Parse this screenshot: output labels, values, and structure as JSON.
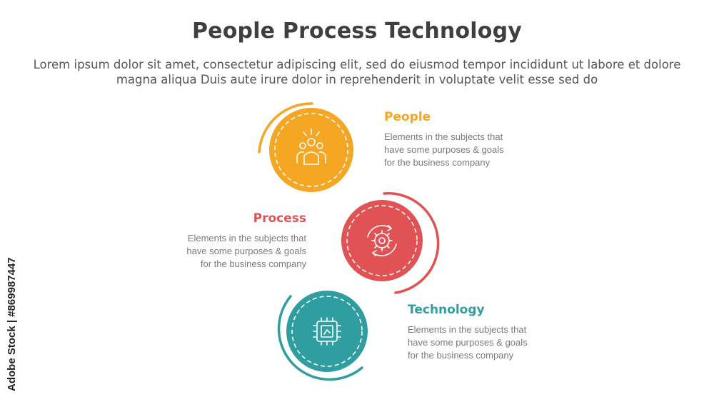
{
  "header": {
    "title": "People Process Technology",
    "subtitle": "Lorem ipsum dolor sit amet, consectetur adipiscing elit, sed do eiusmod tempor incididunt ut labore et dolore magna aliqua Duis aute irure dolor in reprehenderit in voluptate velit esse sed do"
  },
  "steps": [
    {
      "title": "People",
      "description": "Elements in the subjects that\nhave  some purposes & goals\nfor the  business company",
      "color": "#f5a623",
      "icon": "people-icon"
    },
    {
      "title": "Process",
      "description": "Elements in the subjects that\nhave  some purposes & goals\nfor the  business company",
      "color": "#e05254",
      "icon": "gear-cycle-icon"
    },
    {
      "title": "Technology",
      "description": "Elements in the subjects that\nhave  some purposes & goals\nfor the  business company",
      "color": "#2f9ea0",
      "icon": "chip-icon"
    }
  ],
  "watermark": "Adobe Stock | #869987447"
}
